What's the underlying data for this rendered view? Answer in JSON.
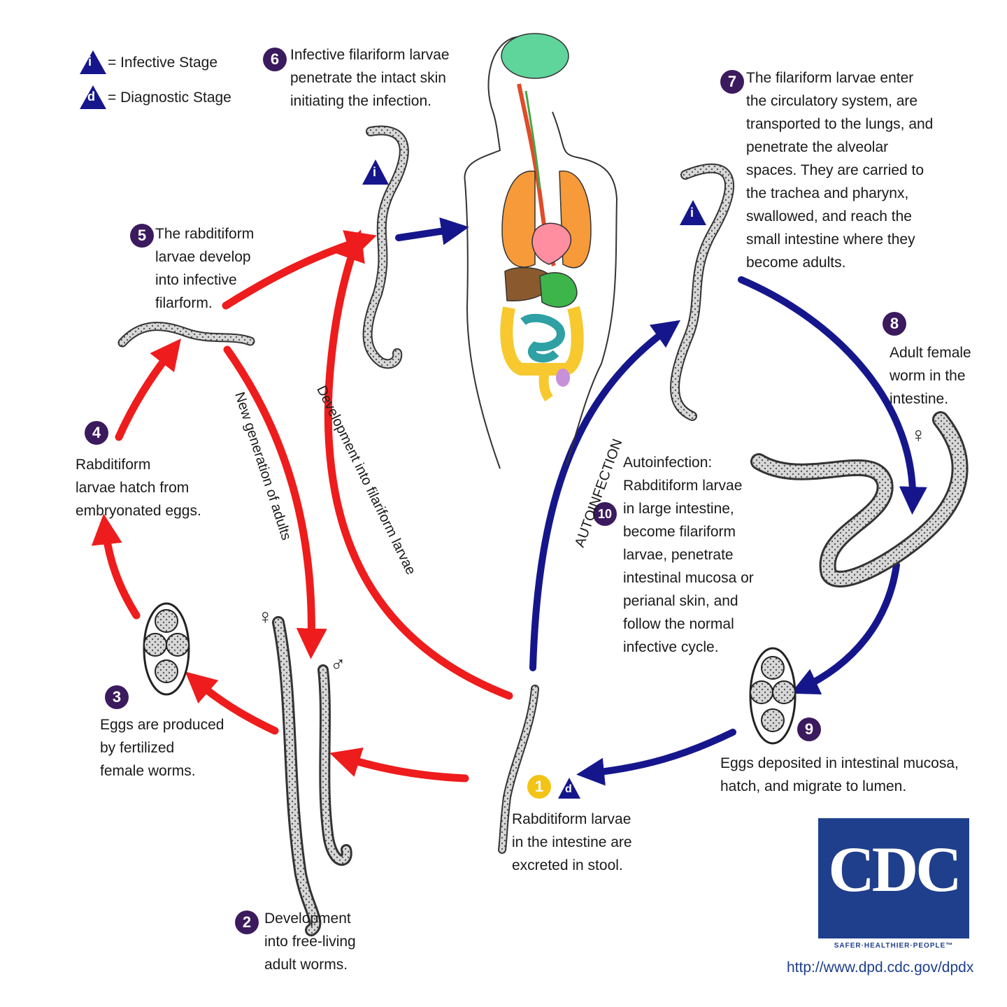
{
  "legend": {
    "infective_symbol": "i",
    "infective_label": "= Infective Stage",
    "diagnostic_symbol": "d",
    "diagnostic_label": "= Diagnostic Stage"
  },
  "steps": [
    {
      "number": "1",
      "text": "Rabditiform larvae\nin the intestine are\nexcreted in stool."
    },
    {
      "number": "2",
      "text": "Development\ninto free-living\nadult worms."
    },
    {
      "number": "3",
      "text": "Eggs are produced\nby fertilized\nfemale worms."
    },
    {
      "number": "4",
      "text": "Rabditiform\nlarvae hatch from\nembryonated eggs."
    },
    {
      "number": "5",
      "text": "The rabditiform\nlarvae develop\ninto infective\nfilarform."
    },
    {
      "number": "6",
      "text": "Infective filariform larvae\npenetrate the intact skin\ninitiating the infection."
    },
    {
      "number": "7",
      "text": "The filariform larvae enter\nthe circulatory system, are\ntransported to the lungs, and\npenetrate the alveolar\nspaces.  They are carried to\nthe trachea and pharynx,\nswallowed, and reach the\nsmall intestine where they\nbecome adults."
    },
    {
      "number": "8",
      "text": "Adult female\nworm in the\nintestine."
    },
    {
      "number": "9",
      "text": "Eggs deposited in intestinal mucosa,\nhatch, and migrate to lumen."
    },
    {
      "number": "10",
      "text": "Autoinfection:\nRabditiform larvae\nin large intestine,\nbecome filariform\nlarvae, penetrate\nintestinal mucosa or\nperianal skin, and\nfollow the normal\ninfective cycle."
    }
  ],
  "path_labels": {
    "new_generation": "New generation of adults",
    "development_filariform": "Development into filariform larvae",
    "autoinfection": "AUTOINFECTION"
  },
  "symbols": {
    "female": "♀",
    "male": "♂"
  },
  "logo": {
    "text": "CDC",
    "tagline": "SAFER·HEALTHIER·PEOPLE™",
    "url": "http://www.dpd.cdc.gov/dpdx"
  },
  "colors": {
    "free_living_cycle": "#ee1c1c",
    "parasitic_cycle": "#16168c",
    "step_badge": "#3b1a5e",
    "diagnostic_badge": "#f3c417",
    "stage_triangle": "#16168c",
    "cdc_blue": "#1f3f8c"
  }
}
